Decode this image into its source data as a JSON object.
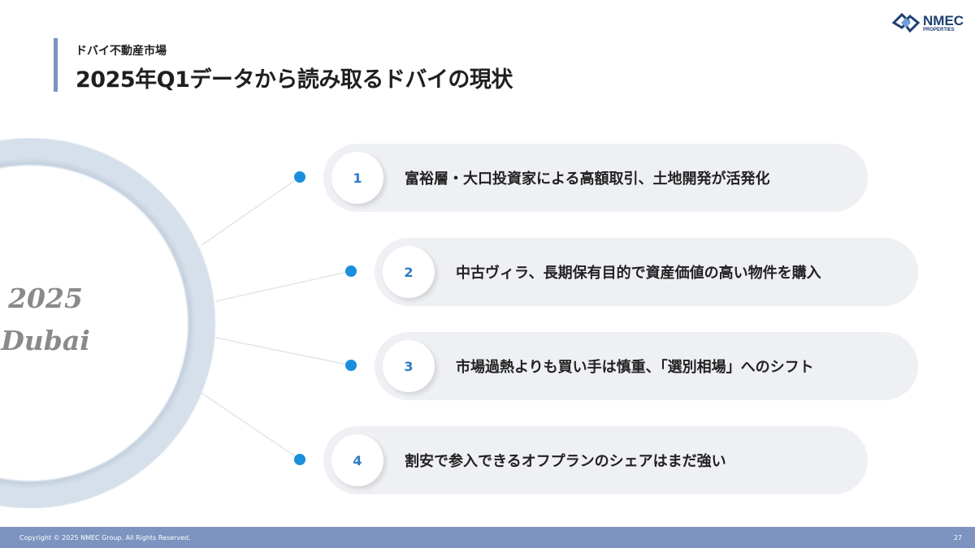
{
  "header": {
    "subtitle": "ドバイ不動産市場",
    "title": "2025年Q1データから読み取るドバイの現状"
  },
  "logo": {
    "main": "NMEC",
    "sub": "PROPERTIES"
  },
  "center": {
    "year": "2025",
    "city": "Dubai"
  },
  "items": [
    {
      "num": "1",
      "text": "富裕層・大口投資家による高額取引、土地開発が活発化"
    },
    {
      "num": "2",
      "text": "中古ヴィラ、長期保有目的で資産価値の高い物件を購入"
    },
    {
      "num": "3",
      "text": "市場過熱よりも買い手は慎重、「選別相場」へのシフト"
    },
    {
      "num": "4",
      "text": "割安で参入できるオフプランのシェアはまだ強い"
    }
  ],
  "footer": {
    "copyright": "Copyright © 2025 NMEC Group. All Rights Reserved.",
    "page": "27"
  },
  "colors": {
    "accent": "#1a8fdc",
    "footer": "#7d94c0"
  }
}
